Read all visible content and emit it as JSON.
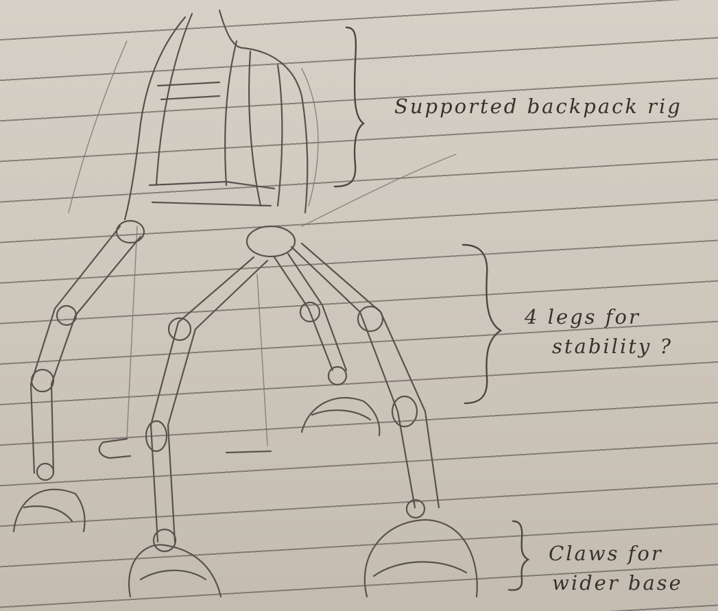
{
  "annotations": {
    "backpack_rig": "Supported backpack rig",
    "legs_line1": "4 legs for",
    "legs_line2": "stability ?",
    "claws_line1": "Claws for",
    "claws_line2": "wider base"
  },
  "colors": {
    "paper": "#cfc8bd",
    "ruled_lines": "#46423e",
    "pencil": "#56524d",
    "ink": "#34312e"
  }
}
